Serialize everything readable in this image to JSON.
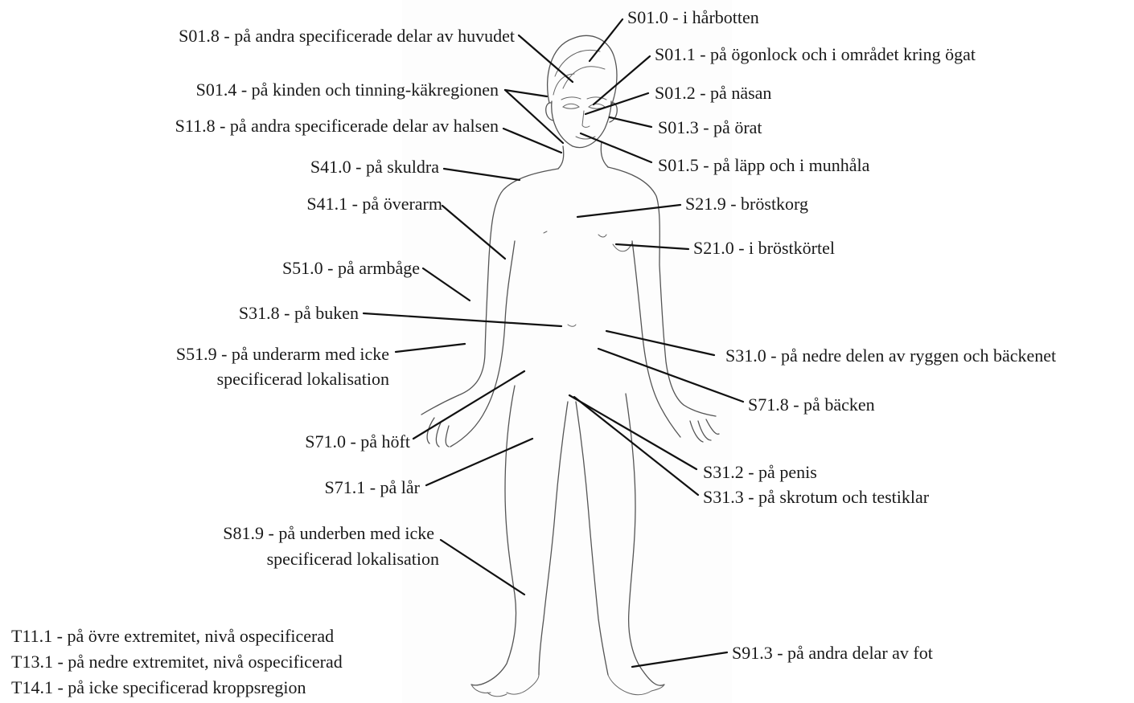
{
  "labels": [
    {
      "id": "s01-0",
      "text": "S01.0  - i hårbotten"
    },
    {
      "id": "s01-8",
      "text": "S01.8  - på andra specificerade delar av huvudet"
    },
    {
      "id": "s01-1",
      "text": "S01.1  - på ögonlock och i området kring ögat"
    },
    {
      "id": "s01-4",
      "text": "S01.4  - på kinden och tinning-käkregionen"
    },
    {
      "id": "s01-2",
      "text": "S01.2  - på näsan"
    },
    {
      "id": "s11-8",
      "text": "S11.8  - på andra specificerade delar av halsen"
    },
    {
      "id": "s01-3",
      "text": "S01.3  - på örat"
    },
    {
      "id": "s41-0",
      "text": "S41.0  - på skuldra"
    },
    {
      "id": "s01-5",
      "text": "S01.5  - på läpp och i munhåla"
    },
    {
      "id": "s41-1",
      "text": "S41.1 - på överarm"
    },
    {
      "id": "s21-9",
      "text": "S21.9  -  bröstkorg"
    },
    {
      "id": "s21-0",
      "text": "S21.0 - i bröstkörtel"
    },
    {
      "id": "s51-0",
      "text": "S51.0  - på armbåge"
    },
    {
      "id": "s31-8",
      "text": "S31.8  - på buken"
    },
    {
      "id": "s51-9-a",
      "text": "S51.9  - på underarm med icke"
    },
    {
      "id": "s51-9-b",
      "text": "specificerad lokalisation"
    },
    {
      "id": "s31-0",
      "text": "S31.0  -  på nedre delen av ryggen och bäckenet"
    },
    {
      "id": "s71-8",
      "text": "S71.8  - på bäcken"
    },
    {
      "id": "s71-0",
      "text": "S71.0  - på höft"
    },
    {
      "id": "s31-2",
      "text": "S31.2  - på penis"
    },
    {
      "id": "s71-1",
      "text": "S71.1  - på lår"
    },
    {
      "id": "s31-3",
      "text": "S31.3  -  på skrotum och testiklar"
    },
    {
      "id": "s81-9-a",
      "text": "S81.9  - på underben med icke"
    },
    {
      "id": "s81-9-b",
      "text": "specificerad lokalisation"
    },
    {
      "id": "s91-3",
      "text": "S91.3  - på andra delar av fot"
    },
    {
      "id": "t11-1",
      "text": "T11.1  - på övre extremitet, nivå ospecificerad"
    },
    {
      "id": "t13-1",
      "text": "T13.1  - på nedre extremitet, nivå ospecificerad"
    },
    {
      "id": "t14-1",
      "text": "T14.1  - på icke specificerad kroppsregion"
    }
  ]
}
